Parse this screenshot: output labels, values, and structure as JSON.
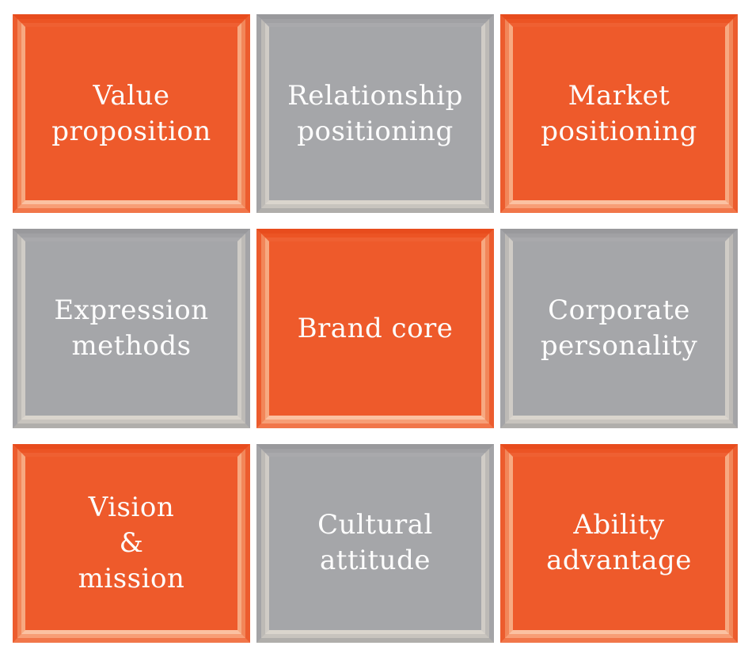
{
  "page": {
    "background": "#ffffff",
    "description": "Brand core 3x3 matrix diagram"
  },
  "palette": {
    "orange": "#ee5a2b",
    "gray": "#a5a6a9",
    "label_text": "#fdfdfd"
  },
  "grid": {
    "rows": 3,
    "cols": 3,
    "tiles": [
      {
        "id": "value-proposition",
        "variant": "orange",
        "label": "Value proposition",
        "text": "Value\nproposition"
      },
      {
        "id": "relationship-positioning",
        "variant": "gray",
        "label": "Relationship positioning",
        "text": "Relationship\npositioning"
      },
      {
        "id": "market-positioning",
        "variant": "orange",
        "label": "Market positioning",
        "text": "Market\npositioning"
      },
      {
        "id": "expression-methods",
        "variant": "gray",
        "label": "Expression methods",
        "text": "Expression\nmethods"
      },
      {
        "id": "brand-core",
        "variant": "orange",
        "label": "Brand core",
        "text": "Brand core"
      },
      {
        "id": "corporate-personality",
        "variant": "gray",
        "label": "Corporate personality",
        "text": "Corporate\npersonality"
      },
      {
        "id": "vision-and-mission",
        "variant": "orange",
        "label": "Vision & mission",
        "text": "Vision\n&\nmission"
      },
      {
        "id": "cultural-attitude",
        "variant": "gray",
        "label": "Cultural attitude",
        "text": "Cultural\nattitude"
      },
      {
        "id": "ability-advantage",
        "variant": "orange",
        "label": "Ability advantage",
        "text": "Ability\nadvantage"
      }
    ]
  }
}
